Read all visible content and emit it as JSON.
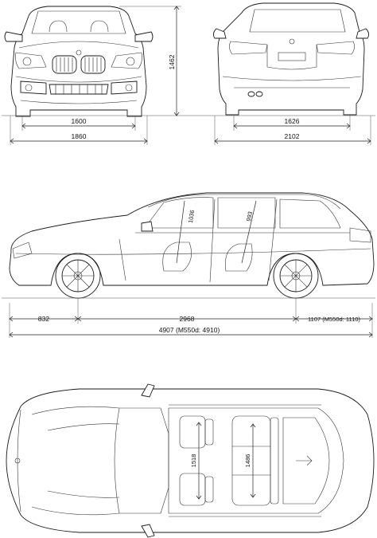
{
  "front_view": {
    "dim_track": "1600",
    "dim_width": "1860",
    "dim_height": "1462"
  },
  "rear_view": {
    "dim_track": "1626",
    "dim_width_mirrors": "2102"
  },
  "side_view": {
    "dim_front_headroom": "1036",
    "dim_rear_headroom": "993",
    "dim_front_overhang": "832",
    "dim_wheelbase": "2968",
    "dim_rear_overhang": "1107 (M550d: 1110)",
    "dim_length": "4907 (M550d: 4910)"
  },
  "top_view": {
    "dim_front_shoulder": "1518",
    "dim_rear_shoulder": "1486"
  }
}
